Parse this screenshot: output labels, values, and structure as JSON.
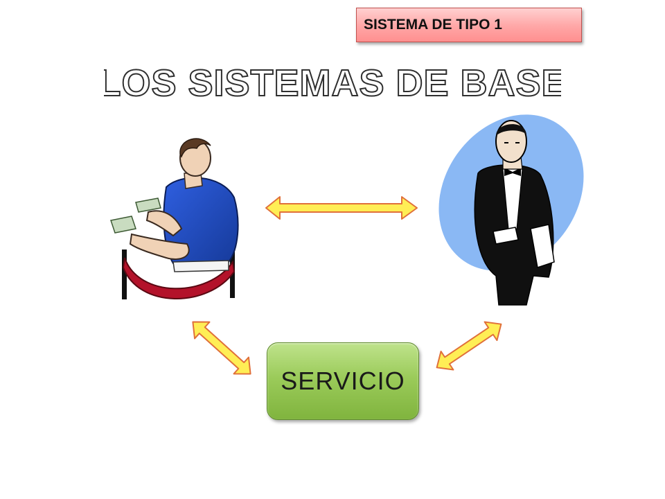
{
  "badge": {
    "text": "SISTEMA DE TIPO 1"
  },
  "title": {
    "text": "LOS SISTEMAS DE BASE"
  },
  "center_box": {
    "text": "SERVICIO"
  },
  "icons": {
    "left_figure": "customer-with-money-icon",
    "right_figure": "waiter-icon",
    "arrows": "double-arrow-icon"
  },
  "colors": {
    "arrow_fill": "#ffee55",
    "arrow_stroke": "#e0703a",
    "badge_fill": "#ffa6a6",
    "service_fill": "#9bcb5a",
    "title_outline": "#2f2f2f"
  }
}
